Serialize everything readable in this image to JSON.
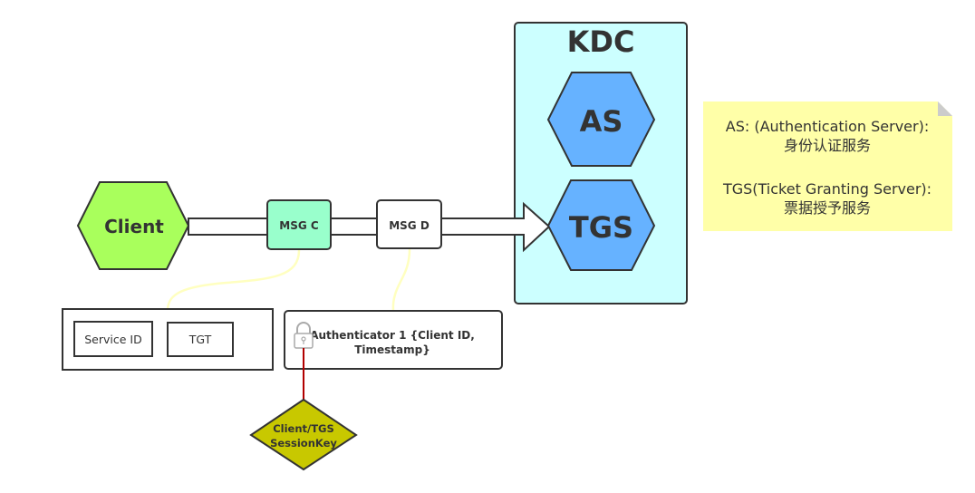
{
  "diagram": {
    "title": "Kerberos Client to TGS request",
    "nodes": {
      "client": {
        "label": "Client",
        "shape": "hexagon",
        "fill": "#A9FF5C"
      },
      "msg_c": {
        "label": "MSG C",
        "shape": "rounded-rect",
        "fill": "#99FFCC"
      },
      "msg_d": {
        "label": "MSG D",
        "shape": "rounded-rect",
        "fill": "#FFFFFF"
      },
      "kdc": {
        "label": "KDC",
        "shape": "container",
        "fill": "#CCFFFF"
      },
      "as": {
        "label": "AS",
        "shape": "hexagon",
        "fill": "#66B2FF"
      },
      "tgs": {
        "label": "TGS",
        "shape": "hexagon",
        "fill": "#66B2FF"
      },
      "msg_c_content": {
        "items": [
          {
            "label": "Service ID"
          },
          {
            "label": "TGT"
          }
        ]
      },
      "authenticator": {
        "line1": "Authenticator 1 {Client ID,",
        "line2": "Timestamp}",
        "icon": "lock-icon"
      },
      "session_key": {
        "line1": "Client/TGS",
        "line2": "SessionKey",
        "shape": "diamond",
        "fill": "#C8C800"
      }
    },
    "note": {
      "fill": "#FFFFA8",
      "lines": [
        "AS: (Authentication Server):",
        "身份认证服务",
        "",
        "TGS(Ticket Granting Server):",
        "票据授予服务"
      ]
    },
    "edges": [
      {
        "from": "client",
        "to": "tgs",
        "type": "block-arrow",
        "via": [
          "MSG C",
          "MSG D"
        ]
      },
      {
        "from": "msg_c",
        "to": "msg_c_content",
        "type": "curve",
        "color": "#FFFFC0"
      },
      {
        "from": "msg_d",
        "to": "authenticator",
        "type": "curve",
        "color": "#FFFFC0"
      },
      {
        "from": "authenticator",
        "to": "session_key",
        "type": "line",
        "color": "#B20000"
      }
    ]
  }
}
